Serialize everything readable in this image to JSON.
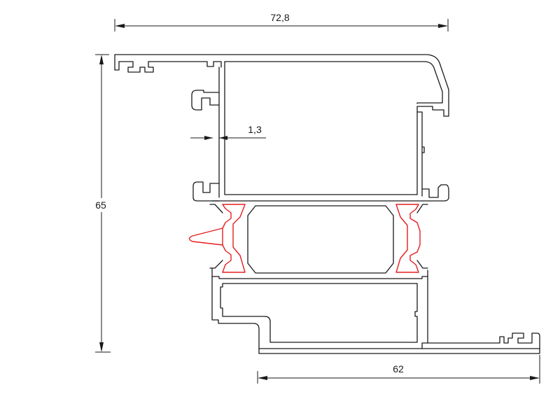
{
  "dimensions": {
    "top_width": "72,8",
    "left_height": "65",
    "wall_thickness": "1,3",
    "bottom_width": "62"
  },
  "colors": {
    "profile_line": "#1a1a1a",
    "thermal_break": "#e41e1e",
    "background": "#ffffff"
  }
}
